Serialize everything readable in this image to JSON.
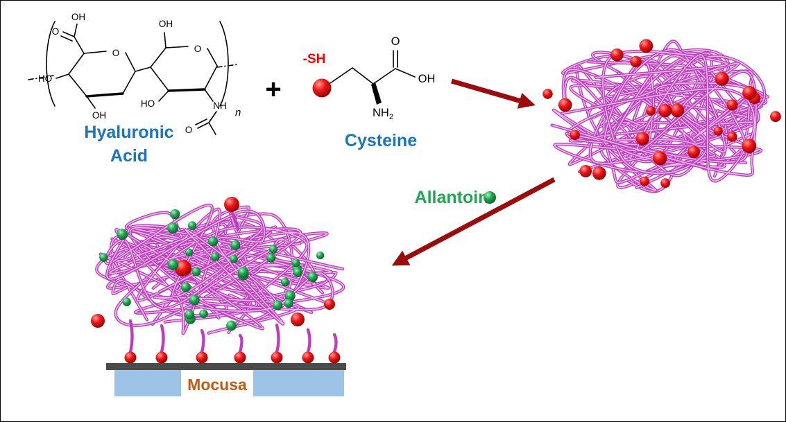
{
  "diagram": {
    "hyaluronic_acid": {
      "label_line1": "Hyaluronic",
      "label_line2": "Acid",
      "repeat_subscript": "n",
      "atoms": {
        "cooh_oh": "OH",
        "cooh_o": "O",
        "ring1_o": "O",
        "ho_left": "HO",
        "oh_bottom_left": "OH",
        "ch2oh_top": "OH",
        "ring2_o": "O",
        "ho_bottom_mid": "HO",
        "nh": "NH",
        "acetyl_o": "O"
      }
    },
    "plus_sign": "+",
    "cysteine": {
      "label": "Cysteine",
      "thiol": "-SH",
      "atoms": {
        "carbonyl_o": "O",
        "hydroxyl": "OH",
        "amine_base": "NH",
        "amine_sub": "2"
      }
    },
    "allantoin": {
      "label": "Allantoin"
    },
    "substrate": {
      "label": "Mocusa"
    }
  },
  "colors": {
    "label_blue": "#1b75bc",
    "thiol_red": "#ff0000",
    "allantoin_green": "#1fa84f",
    "mocusa_orange": "#c55a11",
    "arrow_red": "#9c0b0b",
    "polymer_outer": "#bc3fbc",
    "polymer_inner": "#f0bdf0",
    "sphere_red": "#e31212",
    "sphere_green": "#1fa84f",
    "substrate_gray": "#4a4a4a",
    "substrate_blue": "#9dc3e6",
    "structure_black": "#000000"
  }
}
